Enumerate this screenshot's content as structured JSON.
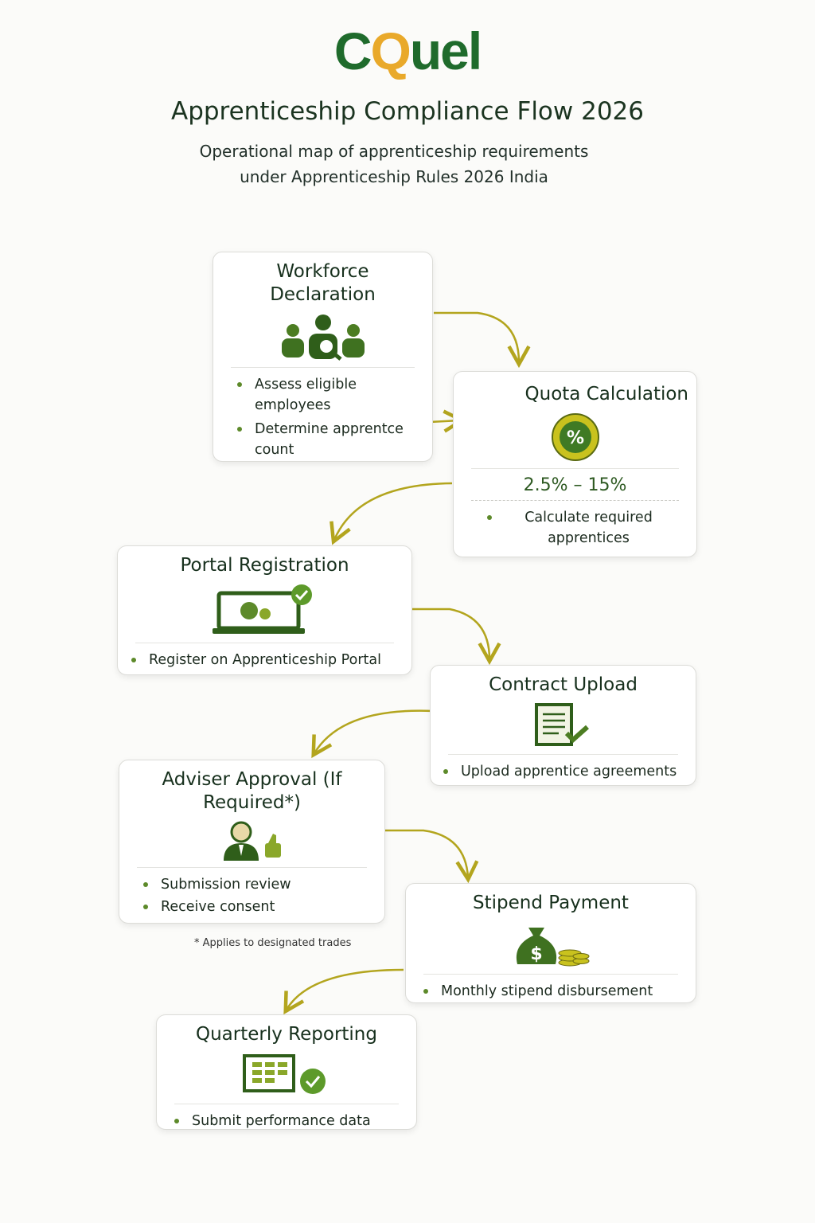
{
  "logo": {
    "text_c": "C",
    "text_q": "Q",
    "text_rest": "uel"
  },
  "title": "Apprenticeship Compliance Flow 2026",
  "subtitle_line1": "Operational map of apprenticeship requirements",
  "subtitle_line2": "under Apprenticeship Rules 2026 India",
  "colors": {
    "green": "#2f6b22",
    "gold": "#b3a51e",
    "text": "#1d3320"
  },
  "steps": [
    {
      "title": "Workforce Declaration",
      "icon": "team-search-icon",
      "bullets": [
        "Assess eligible employees",
        "Determine apprentce count"
      ]
    },
    {
      "title": "Quota Calculation",
      "icon": "percent-badge-icon",
      "range": "2.5% – 15%",
      "bullets": [
        "Calculate required apprentices"
      ]
    },
    {
      "title": "Portal Registration",
      "icon": "laptop-gear-check-icon",
      "bullets": [
        "Register on Apprenticeship Portal"
      ]
    },
    {
      "title": "Contract Upload",
      "icon": "document-check-icon",
      "bullets": [
        "Upload apprentice agreements"
      ]
    },
    {
      "title": "Adviser Approval (If Required*)",
      "icon": "adviser-thumbs-up-icon",
      "bullets": [
        "Submission review",
        "Receive consent"
      ]
    },
    {
      "title": "Stipend Payment",
      "icon": "money-bag-icon",
      "bullets": [
        "Monthly stipend disbursement"
      ]
    },
    {
      "title": "Quarterly Reporting",
      "icon": "report-check-icon",
      "bullets": [
        "Submit performance data"
      ]
    }
  ],
  "footnote": "* Applies to designated trades"
}
